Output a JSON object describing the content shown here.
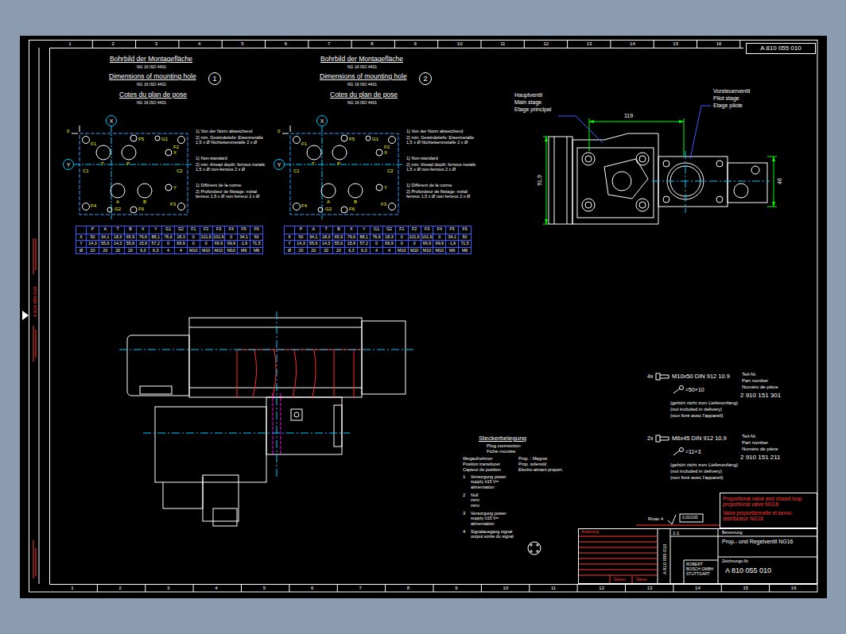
{
  "diagram": {
    "nodes": [
      {
        "text": [
          "A 810 055 010"
        ]
      },
      {
        "text": [
          "1"
        ]
      },
      {
        "text": [
          "2"
        ]
      },
      {
        "text": [
          "X"
        ]
      },
      {
        "text": [
          "Y"
        ]
      },
      {
        "text": [
          "X"
        ]
      },
      {
        "text": [
          "Y"
        ]
      },
      {
        "text": [
          "P",
          "A",
          "T",
          "B",
          "X",
          "Y",
          "G1",
          "G2",
          "F1",
          "F2",
          "F3",
          "F4",
          "F5",
          "F6",
          "X",
          "50",
          "34,1",
          "18,3",
          "65,9",
          "76,6",
          "88,1",
          "76,6",
          "18,3",
          "0",
          "101,6",
          "101,6",
          "0",
          "34,1",
          "50",
          "Y",
          "14,3",
          "55,6",
          "14,3",
          "55,6",
          "15,9",
          "57,2",
          "0",
          "69,9",
          "0",
          "0",
          "69,9",
          "69,9",
          "-1,6",
          "71,5",
          "Ø",
          "20",
          "20",
          "20",
          "20",
          "6,3",
          "6,3",
          "4",
          "4",
          "M10",
          "M10",
          "M10",
          "M10",
          "M6",
          "M6"
        ]
      },
      {
        "text": [
          "P",
          "A",
          "T",
          "B",
          "X",
          "Y",
          "G1",
          "G2",
          "F1",
          "F2",
          "F3",
          "F4",
          "F5",
          "F6",
          "X",
          "50",
          "34,1",
          "18,3",
          "65,9",
          "76,6",
          "88,1",
          "76,6",
          "18,3",
          "0",
          "101,6",
          "101,6",
          "0",
          "34,1",
          "50",
          "Y",
          "14,3",
          "55,6",
          "14,3",
          "55,6",
          "15,9",
          "57,2",
          "0",
          "69,9",
          "0",
          "0",
          "69,9",
          "69,9",
          "-1,6",
          "71,5",
          "Ø",
          "20",
          "20",
          "20",
          "20",
          "6,3",
          "6,3",
          "4",
          "4",
          "M10",
          "M10",
          "M10",
          "M10",
          "M6",
          "M6"
        ]
      },
      {
        "text": [
          "Proportional valve and closed loop proportional valve NG16",
          "Valve proportionnelle et servo-distributeur NG16"
        ]
      },
      {
        "text": [
          "1:1",
          "Benennung",
          "Prop.- und Regelventil NG16",
          "Zeichnungs-Nr.",
          "A 810 055 010",
          "ROBERT BOSCH GMBH STUTTGART",
          "A 810 055 010",
          "Änderung",
          "Datum",
          "Name"
        ]
      }
    ],
    "labels": [
      "Bohrbild der Montagefläche",
      "NG 16 ISO 4401",
      "Dimensions of mounting hole",
      "NG 16 ISO 4401",
      "Cotes du plan de pose",
      "NG 16 ISO 4401",
      "Bohrbild der Montagefläche",
      "NG 16 ISO 4401",
      "Dimensions of mounting hole",
      "NG 16 ISO 4401",
      "Cotes du plan de pose",
      "NG 16 ISO 4401",
      "1) Von der Norm abweichend",
      "2) min. Gewindetiefe: Eisenmetalle 1,5 x Ø Nichteisenmetalle 2 x Ø",
      "1) Non-standard",
      "2) min. thread depth: ferrous metals 1,5 x Ø non-ferrous 2 x Ø",
      "1) Différent de la norme",
      "2) Profondeur de filetage: métal ferreux 1,5 x Ø non ferreux 2 x Ø",
      "1) Von der Norm abweichend",
      "2) min. Gewindetiefe: Eisenmetalle 1,5 x Ø Nichteisenmetalle 2 x Ø",
      "1) Non-standard",
      "2) min. thread depth: ferrous metals 1,5 x Ø non-ferrous 2 x Ø",
      "1) Différent de la norme",
      "2) Profondeur de filetage: métal ferreux 1,5 x Ø non ferreux 2 x Ø",
      "0",
      "F1",
      "F5",
      "G1",
      "F2",
      "T",
      "P",
      "X",
      "C1",
      "C2",
      "A",
      "B",
      "Y",
      "F4",
      "G2",
      "F6",
      "F3",
      "0",
      "F1",
      "F5",
      "G1",
      "F2",
      "T",
      "P",
      "X",
      "C1",
      "C2",
      "A",
      "B",
      "Y",
      "F4",
      "G2",
      "F6",
      "F3",
      "Hauptventil",
      "Main stage",
      "Etage principal",
      "Vorsteuerventil",
      "Pilot stage",
      "Etage pilote",
      "119",
      "91,9",
      "46",
      "4x",
      "M10x50 DIN 912 10.9",
      "Teil-Nr.",
      "Part number",
      "Numéro de pièce",
      "2 910 151 301",
      "=50+10",
      "(gehört nicht zum Lieferumfang)",
      "(not included in delivery)",
      "(non livré avec l'appareil)",
      "2x",
      "M6x45 DIN 912 10.9",
      "Teil-Nr.",
      "Part number",
      "Numéro de pièce",
      "2 910 151 211",
      "=11+3",
      "(gehört nicht zum Lieferumfang)",
      "(not included in delivery)",
      "(non livré avec l'appareil)",
      "Steckerbelegung",
      "Plug connection",
      "Fiche montée",
      "Wegaufnehmer",
      "Prop. - Magnet",
      "Position transducer",
      "Prop. solenoid",
      "Capteur de position",
      "Electro-aimant proport.",
      "1",
      "Versorgung power supply ±15 V= alimentation",
      "2",
      "Null zero zéro",
      "3",
      "Versorgung power supply ±15 V= alimentation",
      "4",
      "Signalausgang signal output sortie du signal",
      "Rmax 4",
      "0,01/100",
      "A 810 055 010",
      "1",
      "2",
      "3",
      "4",
      "5",
      "6",
      "7",
      "8",
      "9",
      "10",
      "11",
      "12",
      "13",
      "14",
      "15",
      "16",
      "1",
      "2",
      "3",
      "4",
      "5",
      "6",
      "7",
      "8",
      "9",
      "10",
      "11",
      "12",
      "13",
      "14",
      "15",
      "16"
    ]
  }
}
